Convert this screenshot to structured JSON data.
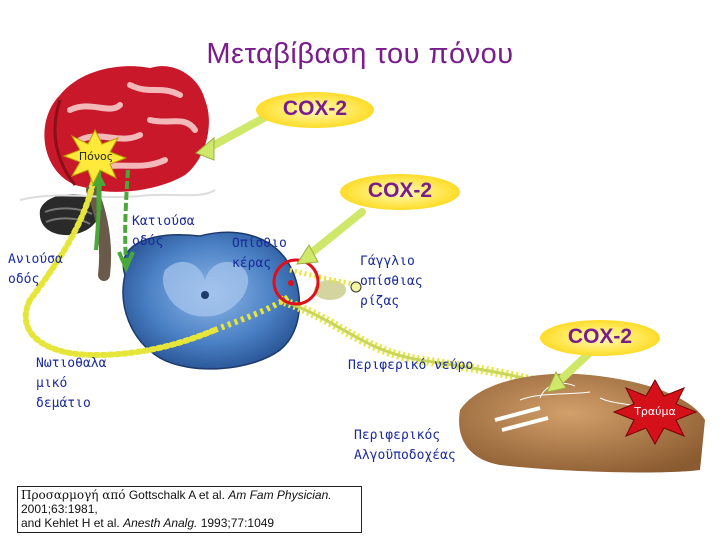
{
  "title": "Μεταβίβαση του πόνου",
  "cox_labels": [
    "COX-2",
    "COX-2",
    "COX-2"
  ],
  "labels": {
    "pain": "Πόνος",
    "trauma": "Τραύμα",
    "descending": "Κατιούσα\nοδός",
    "ascending": "Ανιούσα\nοδός",
    "dorsal_horn": "Οπίσθιο\nκέρας",
    "dorsal_root_ganglion": "Γάγγλιο\nοπίσθιας\nρίζας",
    "spinothalamic": "Νωτιοθαλα\nμικό\nδεμάτιο",
    "peripheral_nerve": "Περιφερικό νεύρο",
    "peripheral_nociceptors": "Περιφερικός\nΑλγοϋποδοχέας"
  },
  "citation": {
    "prefix": "Προσαρμογή από",
    "line1_rest": " Gottschalk A et al. ",
    "journal1": "Am Fam Physician.",
    "ref1": " 2001;63:1981,",
    "line3_start": "and Kehlet H et al. ",
    "journal2": "Anesth Analg.",
    "ref2": " 1993;77:1049"
  },
  "colors": {
    "title": "#7a1d8c",
    "labels": "#1a2a9a",
    "brain": "#c8182a",
    "spinal_cord": "#3a6fb0",
    "pathway_green": "#4aa838",
    "pathway_yellow": "#e6e63a",
    "arrow": "#cfe86a",
    "highlight_ring": "#e0101a"
  }
}
